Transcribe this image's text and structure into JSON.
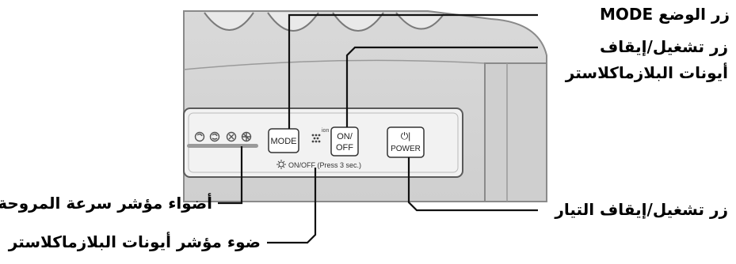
{
  "panel": {
    "mode_button": "MODE",
    "onoff_button_line1": "ON/",
    "onoff_button_line2": "OFF",
    "power_symbol": "⏻|",
    "power_button": "POWER",
    "ion_small_label": "ion",
    "plasma_note": "ON/OFF (Press 3 sec.)",
    "fan_speed_icons": [
      "breeze-low",
      "breeze-mid",
      "breeze-high",
      "breeze-max"
    ]
  },
  "callouts": {
    "mode_button": "زر الوضع MODE",
    "plasma_button_line1": "زر تشغيل/إيقاف",
    "plasma_button_line2": "أيونات البلازماكلاستر",
    "power_button": "زر تشغيل/إيقاف التيار",
    "fan_speed_lamps": "أضواء مؤشر سرعة المروحة",
    "plasma_lamp": "ضوء مؤشر أيونات البلازماكلاستر"
  }
}
